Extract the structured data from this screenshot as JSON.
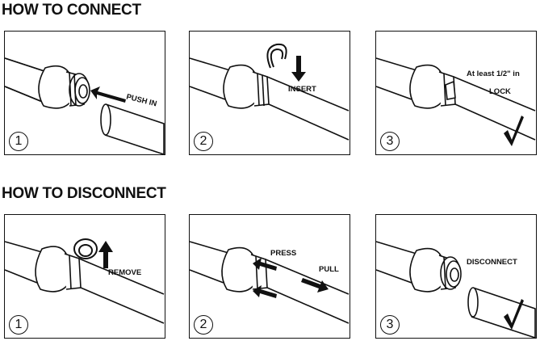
{
  "sections": {
    "connect": {
      "title": "HOW TO CONNECT",
      "steps": [
        {
          "number": "1",
          "label": "PUSH IN"
        },
        {
          "number": "2",
          "label": "INSERT"
        },
        {
          "number": "3",
          "label_1": "At least 1/2\" in",
          "label_2": "LOCK"
        }
      ]
    },
    "disconnect": {
      "title": "HOW TO DISCONNECT",
      "steps": [
        {
          "number": "1",
          "label": "REMOVE"
        },
        {
          "number": "2",
          "label_1": "PRESS",
          "label_2": "PULL"
        },
        {
          "number": "3",
          "label": "DISCONNECT"
        }
      ]
    }
  },
  "icons": [
    "arrow-icon",
    "clip-icon",
    "checkmark-icon"
  ],
  "colors": {
    "ink": "#111111",
    "background": "#ffffff"
  }
}
